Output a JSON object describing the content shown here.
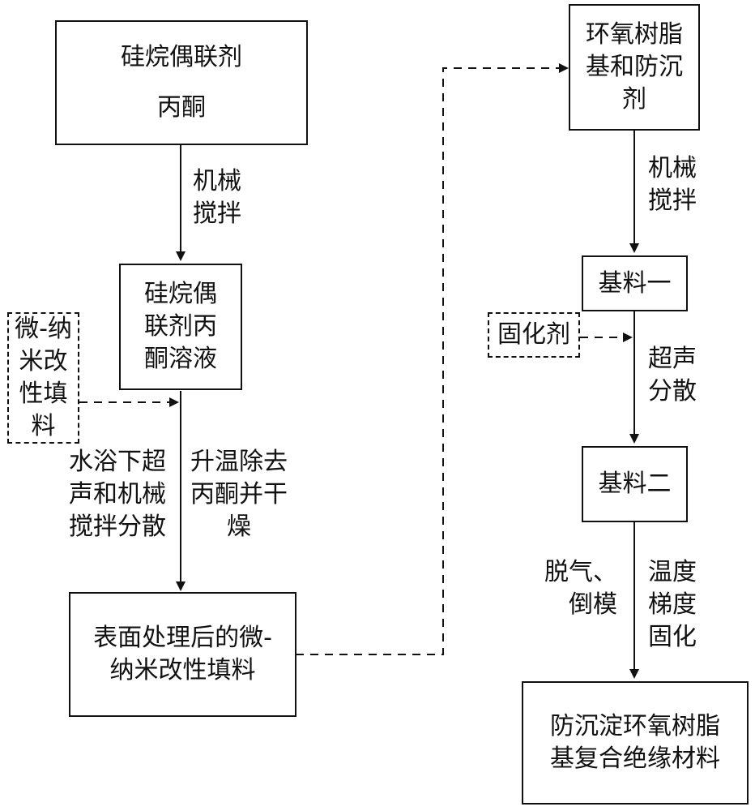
{
  "boxes": {
    "silane_acetone": {
      "line1": "硅烷偶联剂",
      "line2": "丙酮"
    },
    "silane_solution": "硅烷偶\n联剂丙\n酮溶液",
    "micro_nano_filler": "微-纳\n米改\n性填\n料",
    "treated_filler": "表面处理后的微-\n纳米改性填料",
    "epoxy_base": "环氧树脂\n基和防沉\n剂",
    "base_one": "基料一",
    "curing_agent": "固化剂",
    "base_two": "基料二",
    "final_product": "防沉淀环氧树脂\n基复合绝缘材料"
  },
  "labels": {
    "mech_stir_1": "机械\n搅拌",
    "water_bath": "水浴下超\n声和机械\n搅拌分散",
    "heat_dry": "升温除去\n丙酮并干\n燥",
    "mech_stir_2": "机械\n搅拌",
    "ultrasonic": "超声\n分散",
    "degas": "脱气、\n倒模",
    "temp_curing": "温度\n梯度\n固化"
  }
}
